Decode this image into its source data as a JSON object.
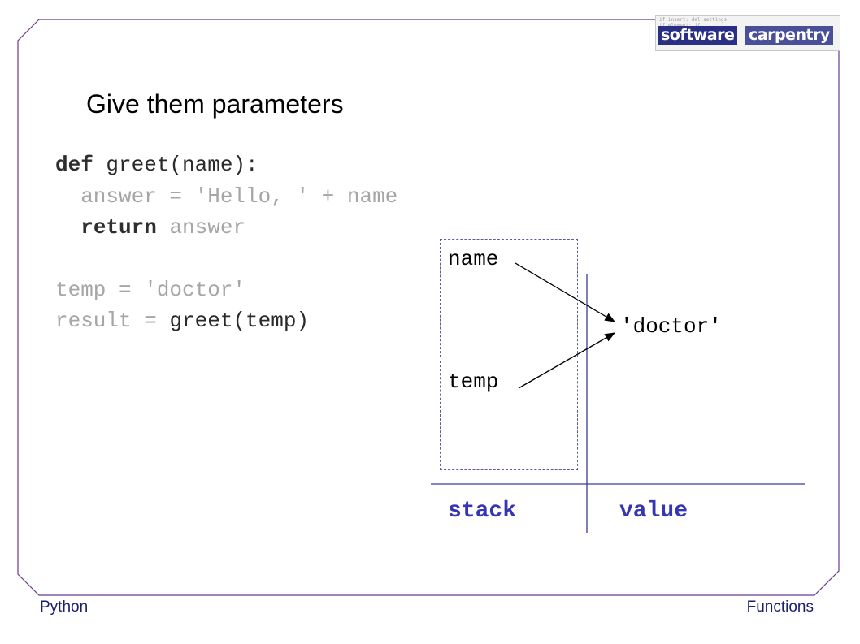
{
  "slide": {
    "title": "Give them parameters",
    "logo": {
      "word1": "software",
      "word2": "carpentry",
      "background_code": "if insert: del settings\nif element: if\ntext = doc.createTextN"
    },
    "code": {
      "line1_kw": "def",
      "line1_rest": " greet(name):",
      "line2": "  answer = 'Hello, ' + name",
      "line3_kw": "return",
      "line3_rest": " answer",
      "line5": "temp = 'doctor'",
      "line6_pre": "result = ",
      "line6_hl": "greet(temp)"
    },
    "diagram": {
      "frame_var_name": "name",
      "frame_var_temp": "temp",
      "value": "'doctor'",
      "stack_label": "stack",
      "value_label": "value"
    },
    "footer": {
      "left": "Python",
      "right": "Functions"
    }
  },
  "colors": {
    "frame_line": "#6a3a8a",
    "diagram_line": "#3a3a9a",
    "label": "#3636b5",
    "footer": "#1e1e6e"
  }
}
